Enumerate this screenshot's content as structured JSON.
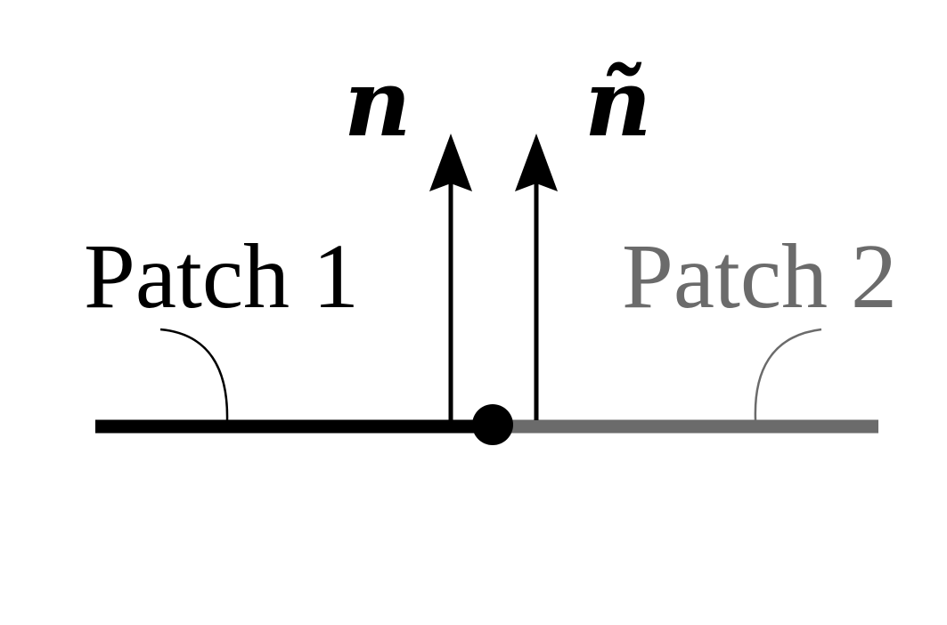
{
  "diagram": {
    "labels": {
      "patch1": "Patch 1",
      "patch2": "Patch 2",
      "normal1": "n",
      "normal2": "ñ"
    },
    "colors": {
      "patch1": "#000000",
      "patch2": "#6b6b6b",
      "background": "#ffffff"
    }
  }
}
